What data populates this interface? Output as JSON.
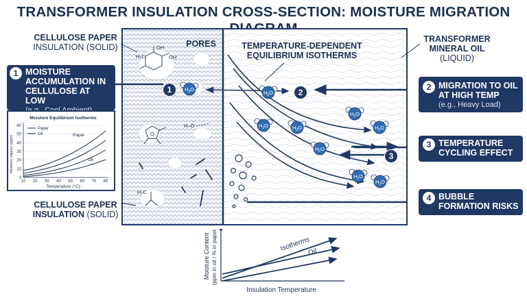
{
  "title": "TRANSFORMER INSULATION CROSS-SECTION: MOISTURE MIGRATION DIAGRAM",
  "labels": {
    "cellulose_top_bold": "CELLULOSE PAPER",
    "cellulose_top_sub": "INSULATION (SOLID)",
    "pores": "PORES",
    "isotherms_line1": "TEMPERATURE-DEPENDENT",
    "isotherms_line2": "EQUILIBRIUM ISOTHERMS",
    "oil_line1": "TRANSFORMER",
    "oil_line2": "MINERAL OIL",
    "oil_line3": "(LIQUID)",
    "cellulose_bottom_line1": "CELLULOSE PAPER",
    "cellulose_bottom_line2": "INSULATION",
    "cellulose_bottom_sub": "(SOLID)"
  },
  "callouts": [
    {
      "num": "1",
      "line1": "MOISTURE",
      "line2": "ACCUMULATION IN",
      "line3": "CELLULOSE AT LOW",
      "sub": "(e.g., Cool Ambient)"
    },
    {
      "num": "2",
      "line1": "MIGRATION TO OIL",
      "line2": "AT HIGH TEMP",
      "sub": "(e.g., Heavy Load)"
    },
    {
      "num": "3",
      "line1": "TEMPERATURE",
      "line2": "CYCLING EFFECT"
    },
    {
      "num": "4",
      "line1": "BUBBLE",
      "line2": "FORMATION RISKS"
    }
  ],
  "markers": [
    "1",
    "2",
    "3"
  ],
  "molecule": {
    "h": "H",
    "sub": "2",
    "o": "O"
  },
  "chemistry": {
    "ch3_a": "H₃C",
    "oh1": "OH",
    "oh2": "OH",
    "o_ring": "O",
    "ho": "H–O",
    "ch3_b": "H₃C"
  },
  "inset_chart": {
    "title": "Moisture Equilibrium Isotherms",
    "xlabel": "Temperature (°C)",
    "ylabel": "Moisture Vapour (ppm)",
    "xticks": [
      "10",
      "20",
      "30",
      "40",
      "50",
      "60",
      "70",
      "80"
    ],
    "yticks": [
      "0",
      "10",
      "20",
      "30",
      "40",
      "50",
      "60"
    ],
    "legend": [
      "Paper",
      "Oil"
    ],
    "curve_labels": [
      "Paper",
      "Oil"
    ]
  },
  "bottom_chart": {
    "ylabel_line1": "Moisture Content",
    "ylabel_line2": "(ppm in oil / % in paper)",
    "xlabel": "Insulation Temperature",
    "line_labels": [
      "Isotherms",
      "Oil"
    ]
  },
  "colors": {
    "navy": "#1f3864",
    "text": "#1b2f52",
    "molecule": "#2f6db3",
    "paper_bg": "#f3f5f8"
  }
}
